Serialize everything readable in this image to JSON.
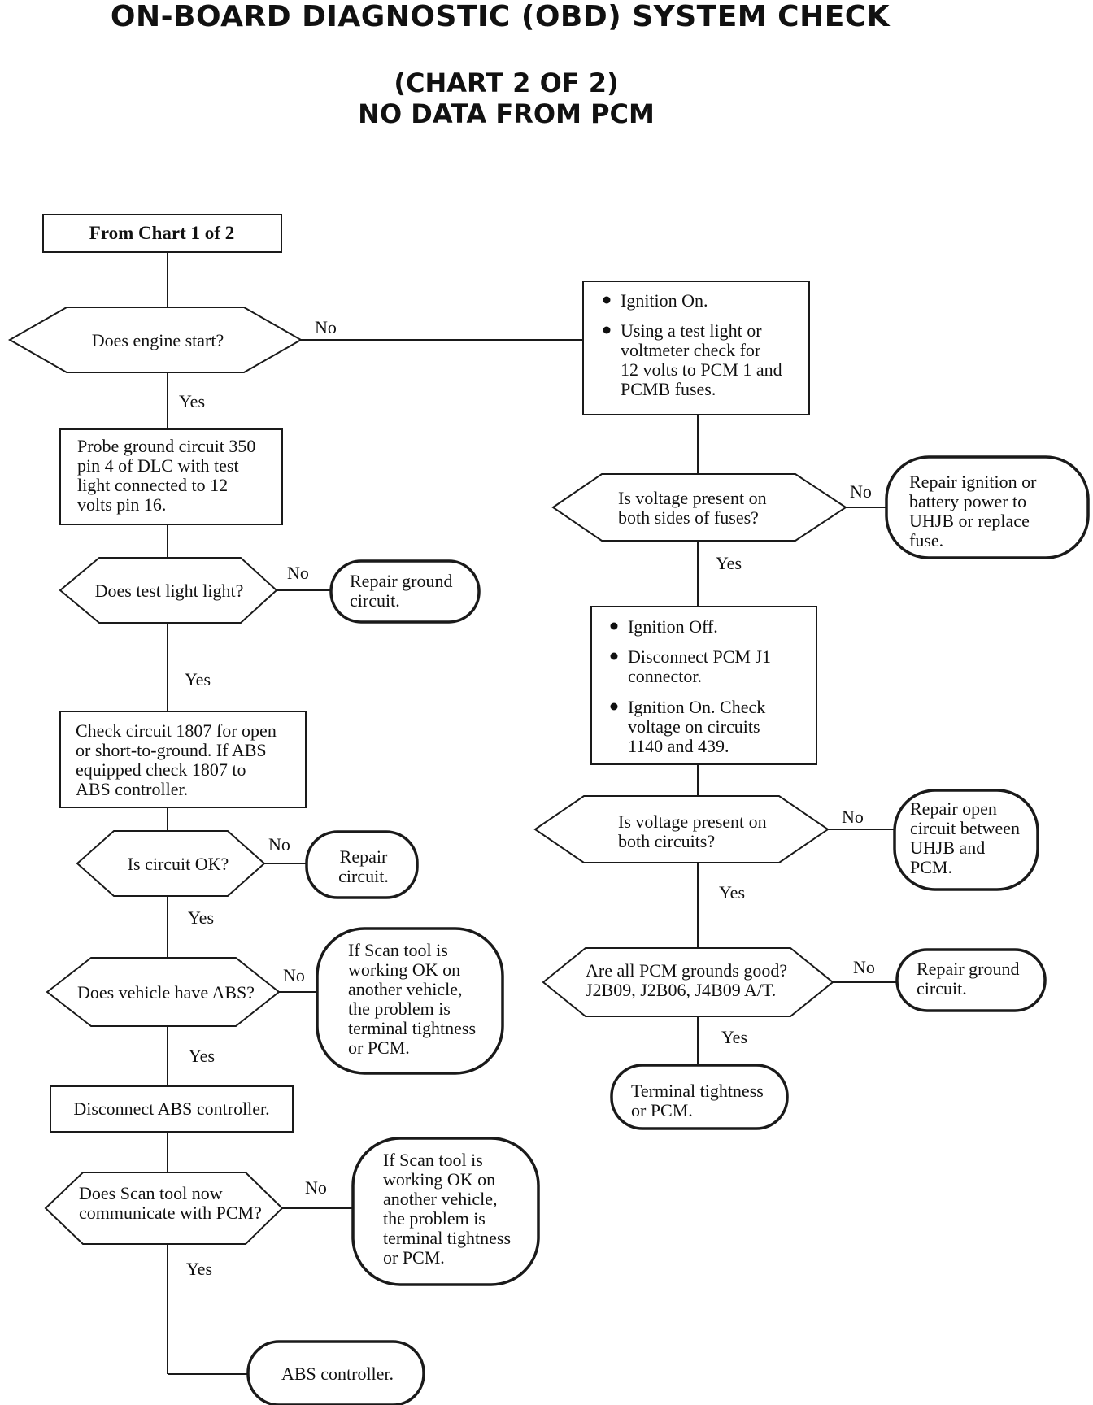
{
  "title": {
    "line1": "ON-BOARD DIAGNOSTIC (OBD) SYSTEM CHECK",
    "line2": "(CHART 2 OF 2)",
    "line3": "NO DATA FROM PCM"
  },
  "labels": {
    "yes": "Yes",
    "no": "No"
  },
  "left": {
    "start": "From Chart 1 of 2",
    "q_engine": "Does engine start?",
    "probe": [
      "Probe ground circuit 350",
      "pin 4 of DLC with test",
      "light connected to 12",
      "volts pin 16."
    ],
    "q_test_light": "Does test light light?",
    "repair_ground_circuit": [
      "Repair ground",
      "circuit."
    ],
    "check_1807": [
      "Check circuit 1807 for open",
      "or short-to-ground. If ABS",
      "equipped check 1807 to",
      "ABS controller."
    ],
    "q_circuit_ok": "Is circuit OK?",
    "repair_circuit": [
      "Repair",
      "circuit."
    ],
    "q_abs": "Does vehicle have ABS?",
    "scan_note_1": [
      "If Scan tool is",
      "working OK on",
      "another vehicle,",
      "the problem is",
      "terminal tightness",
      "or PCM."
    ],
    "disconnect_abs": "Disconnect ABS controller.",
    "q_scan_comm": [
      "Does Scan tool now",
      "communicate with PCM?"
    ],
    "scan_note_2": [
      "If Scan tool is",
      "working OK on",
      "another vehicle,",
      "the problem is",
      "terminal tightness",
      "or PCM."
    ],
    "abs_controller": "ABS controller."
  },
  "right": {
    "ignition_on_box": {
      "b1": "Ignition On.",
      "b2": [
        "Using a test light or",
        "voltmeter check for",
        "12 volts to PCM 1 and",
        "PCMB fuses."
      ]
    },
    "q_fuses": [
      "Is voltage present on",
      "both sides of fuses?"
    ],
    "repair_ignition": [
      "Repair ignition or",
      "battery power to",
      "UHJB or replace",
      "fuse."
    ],
    "ignition_off_box": {
      "b1": "Ignition Off.",
      "b2": [
        "Disconnect PCM J1",
        "connector."
      ],
      "b3": [
        "Ignition On. Check",
        "voltage on circuits",
        "1140 and 439."
      ]
    },
    "q_circuits": [
      "Is voltage present on",
      "both circuits?"
    ],
    "repair_open": [
      "Repair open",
      "circuit between",
      "UHJB and",
      "PCM."
    ],
    "q_grounds": [
      "Are all PCM grounds good?",
      "J2B09, J2B06, J4B09 A/T."
    ],
    "repair_ground": [
      "Repair ground",
      "circuit."
    ],
    "terminal": [
      "Terminal tightness",
      "or PCM."
    ]
  }
}
